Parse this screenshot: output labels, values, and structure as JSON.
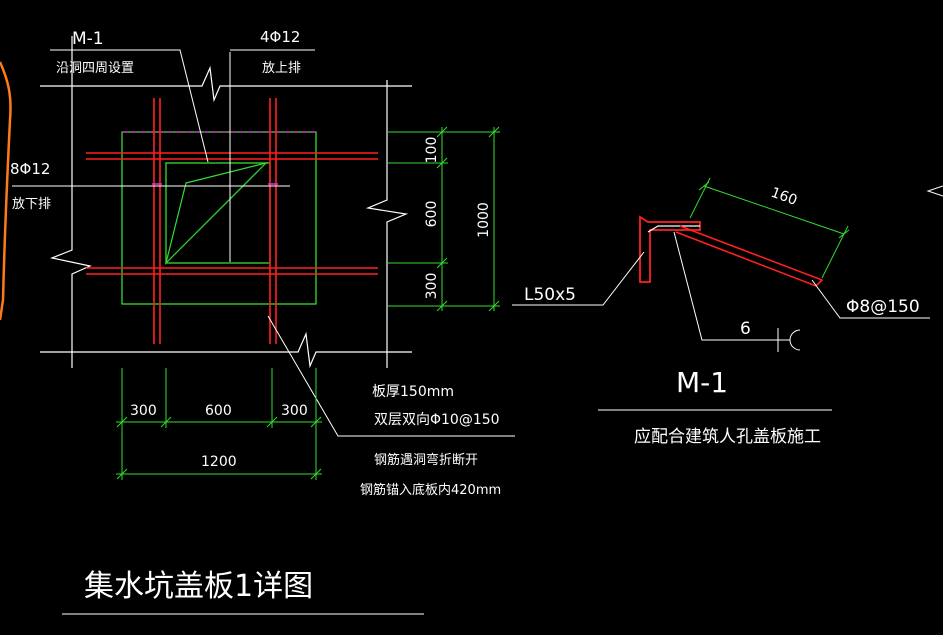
{
  "colors": {
    "background": "#000000",
    "white": "#ffffff",
    "red": "#ff2020",
    "green": "#33dd33",
    "magenta": "#dd33dd",
    "orange": "#ff7a1a"
  },
  "plan": {
    "m1_label": "M-1",
    "m1_note": "沿洞四周设置",
    "top_rebar": "4Φ12",
    "top_rebar_note": "放上排",
    "left_rebar": "8Φ12",
    "left_rebar_note": "放下排",
    "dims_horizontal": [
      "300",
      "600",
      "300"
    ],
    "dim_total_horizontal": "1200",
    "dims_vertical": [
      "100",
      "600",
      "300"
    ],
    "dim_total_vertical": "1000",
    "note_thickness": "板厚150mm",
    "note_bidirectional": "双层双向Φ10@150",
    "note_bend": "钢筋遇洞弯折断开",
    "note_anchor": "钢筋锚入底板内420mm"
  },
  "detail": {
    "angle_label": "L50x5",
    "length_label": "160",
    "rebar_label": "Φ8@150",
    "gap_label": "6",
    "title": "M-1",
    "note": "应配合建筑人孔盖板施工"
  },
  "drawing_title": "集水坑盖板1详图"
}
